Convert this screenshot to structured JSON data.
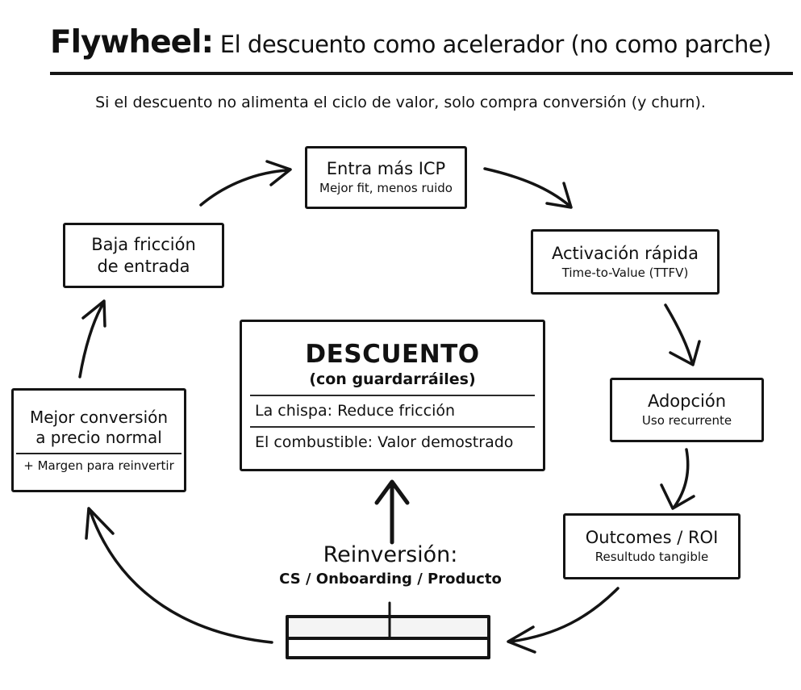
{
  "title": {
    "brand": "Flywheel:",
    "rest": " El descuento como acelerador (no como parche)"
  },
  "subtitle": "Si el descuento no alimenta el ciclo de valor, solo compra conversión (y churn).",
  "nodes": {
    "entra_icp": {
      "title": "Entra más ICP",
      "subtitle": "Mejor fit, menos ruido"
    },
    "activacion": {
      "title": "Activación rápida",
      "subtitle": "Time-to-Value (TTFV)"
    },
    "adopcion": {
      "title": "Adopción",
      "subtitle": "Uso recurrente"
    },
    "outcomes": {
      "title": "Outcomes / ROI",
      "subtitle": "Resultudo tangible"
    },
    "baja_friccion": {
      "line1": "Baja fricción",
      "line2": "de entrada"
    },
    "mejor_conversion": {
      "line1": "Mejor conversión",
      "line2": "a precio normal",
      "note": "+ Margen para reinvertir"
    },
    "reinversion": {
      "title": "Reinversión:",
      "subtitle": "CS / Onboarding / Producto"
    }
  },
  "center": {
    "title": "DESCUENTO",
    "subtitle": "(con guardarráiles)",
    "row1": "La chispa: Reduce fricción",
    "row2": "El combustible: Valor demostrado"
  },
  "colors": {
    "ink": "#141414",
    "background": "#ffffff",
    "bar_fill": "#f4f4f4"
  }
}
